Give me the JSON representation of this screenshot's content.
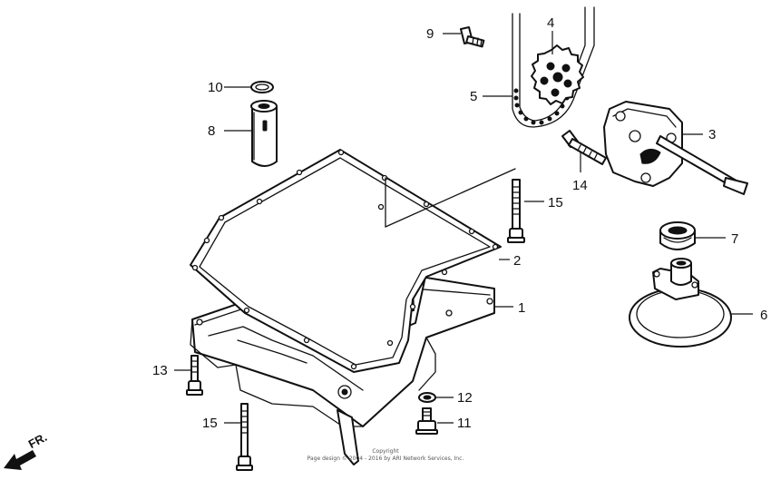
{
  "diagram": {
    "front_label": "FR.",
    "copyright_line1": "Copyright",
    "copyright_line2": "Page design © 2004 - 2016 by ARI Network Services, Inc.",
    "callouts": {
      "p1": "1",
      "p2": "2",
      "p3": "3",
      "p4": "4",
      "p5": "5",
      "p6": "6",
      "p7": "7",
      "p8": "8",
      "p9": "9",
      "p10": "10",
      "p11": "11",
      "p12": "12",
      "p13": "13",
      "p14": "14",
      "p15a": "15",
      "p15b": "15"
    }
  }
}
